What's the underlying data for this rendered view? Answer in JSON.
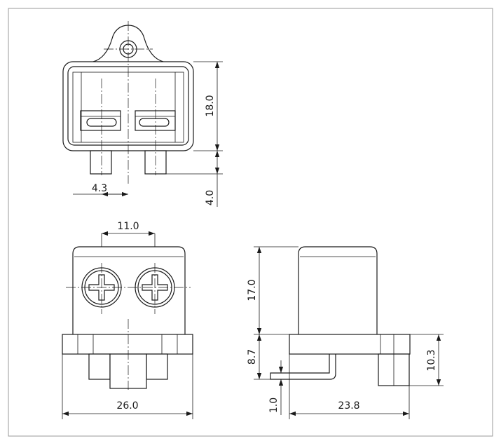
{
  "drawing": {
    "top_view": {
      "dim_height": "18.0",
      "dim_pin_length": "4.0",
      "dim_pin_pitch_half": "4.3"
    },
    "front_view": {
      "dim_screw_spacing": "11.0",
      "dim_base_width": "26.0"
    },
    "side_view": {
      "dim_body_height": "17.0",
      "dim_flange_height": "8.7",
      "dim_pin_thickness": "1.0",
      "dim_overall_depth": "23.8",
      "dim_mount_height": "10.3"
    }
  },
  "colors": {
    "line": "#1a1a1a",
    "background": "#ffffff",
    "frame": "#9a9a9a"
  }
}
